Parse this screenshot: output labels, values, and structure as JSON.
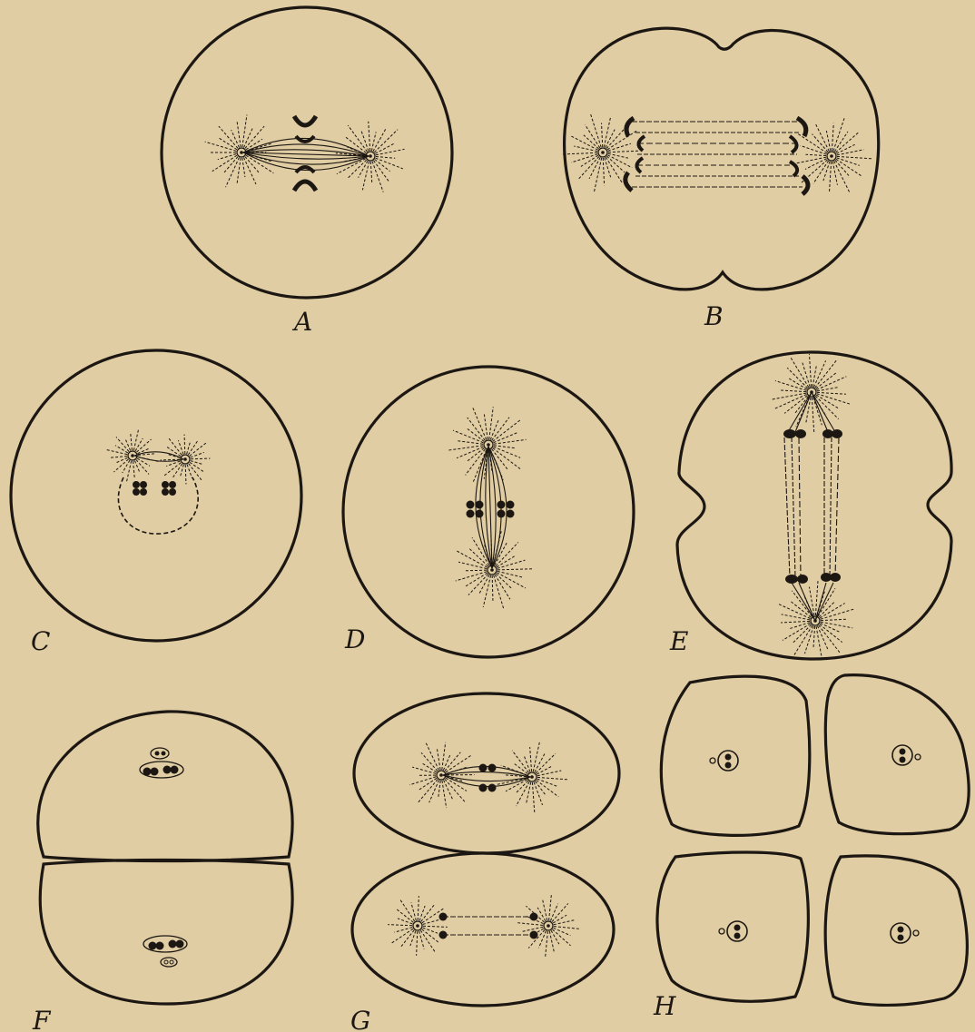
{
  "figure": {
    "background_color": "#e0cda3",
    "ink_color": "#1c1712",
    "labels": {
      "a": "A",
      "b": "B",
      "c": "C",
      "d": "D",
      "e": "E",
      "f": "F",
      "g": "G",
      "h": "H"
    }
  }
}
